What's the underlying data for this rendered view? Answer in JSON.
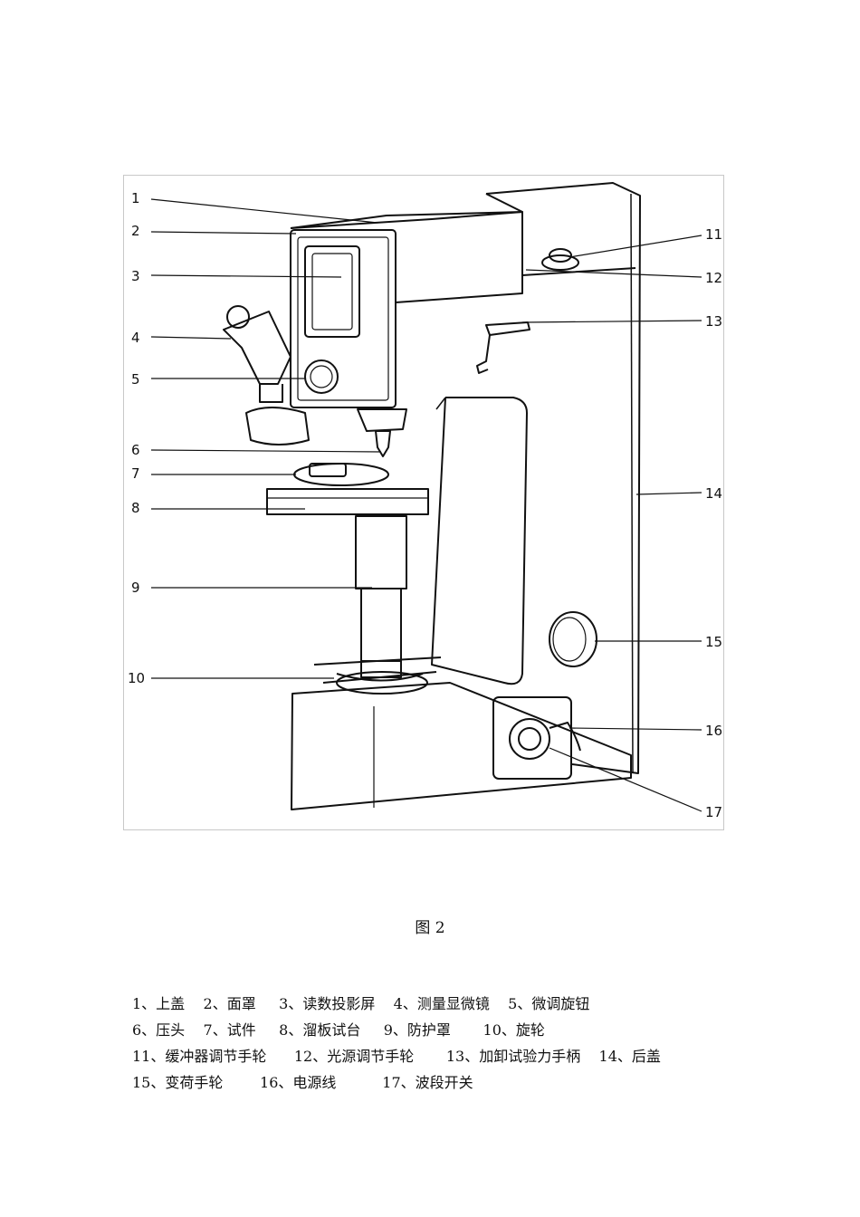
{
  "figure": {
    "callouts": [
      {
        "id": "1",
        "label": "1"
      },
      {
        "id": "2",
        "label": "2"
      },
      {
        "id": "3",
        "label": "3"
      },
      {
        "id": "4",
        "label": "4"
      },
      {
        "id": "5",
        "label": "5"
      },
      {
        "id": "6",
        "label": "6"
      },
      {
        "id": "7",
        "label": "7"
      },
      {
        "id": "8",
        "label": "8"
      },
      {
        "id": "9",
        "label": "9"
      },
      {
        "id": "10",
        "label": "10"
      },
      {
        "id": "11",
        "label": "11"
      },
      {
        "id": "12",
        "label": "12"
      },
      {
        "id": "13",
        "label": "13"
      },
      {
        "id": "14",
        "label": "14"
      },
      {
        "id": "15",
        "label": "15"
      },
      {
        "id": "16",
        "label": "16"
      },
      {
        "id": "17",
        "label": "17"
      }
    ]
  },
  "caption": "图 2",
  "legend": {
    "lines": [
      "1、上盖    2、面罩     3、读数投影屏    4、测量显微镜    5、微调旋钮",
      "6、压头    7、试件     8、溜板试台     9、防护罩       10、旋轮",
      "11、缓冲器调节手轮      12、光源调节手轮       13、加卸试验力手柄    14、后盖",
      "15、变荷手轮        16、电源线          17、波段开关"
    ]
  }
}
